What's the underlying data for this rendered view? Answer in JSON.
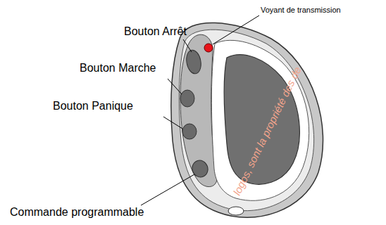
{
  "diagram": {
    "labels": [
      "Voyant de transmission",
      "Bouton Arrêt",
      "Bouton Marche",
      "Bouton Panique",
      "Commande programmable",
      "logos, sont la propriété des de"
    ]
  }
}
